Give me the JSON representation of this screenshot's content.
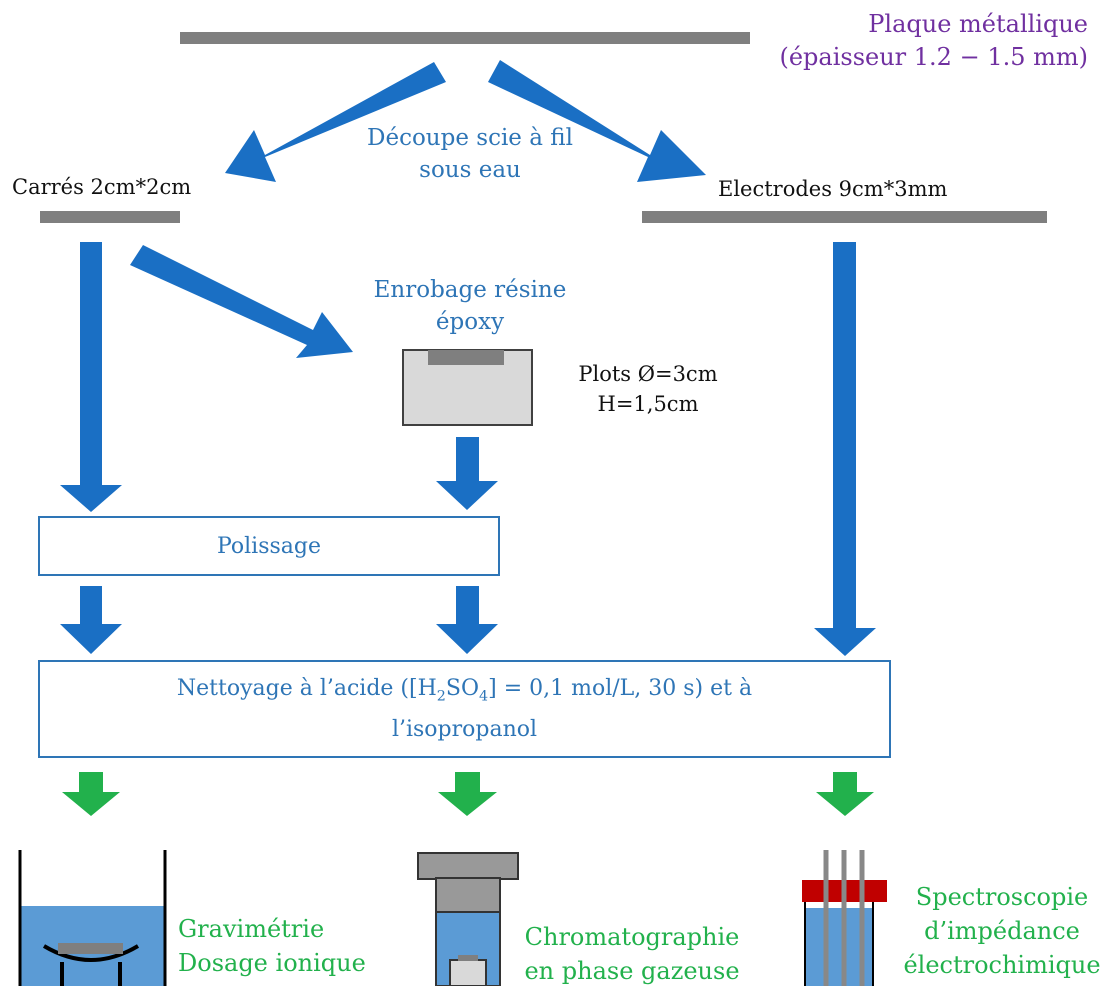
{
  "title": {
    "line1": "Plaque métallique",
    "line2": "(épaisseur 1.2 − 1.5 mm)"
  },
  "cut_step": {
    "line1": "Découpe scie à fil",
    "line2": "sous eau"
  },
  "squares_label": "Carrés 2cm*2cm",
  "electrodes_label": "Electrodes 9cm*3mm",
  "coating_step": {
    "line1": "Enrobage résine",
    "line2": "époxy"
  },
  "plots_label": {
    "line1": "Plots Ø=3cm",
    "line2": "H=1,5cm"
  },
  "polishing_label": "Polissage",
  "cleaning": {
    "line1_pre": "Nettoyage à l’acide ([H",
    "sub1": "2",
    "mid": "SO",
    "sub2": "4",
    "line1_post": "] = 0,1 mol/L, 30 s) et à",
    "line2": "l’isopropanol"
  },
  "results": [
    {
      "line1": "Gravimétrie",
      "line2": "Dosage ionique"
    },
    {
      "line1": "Chromatographie",
      "line2": "en phase gazeuse"
    },
    {
      "line1": "Spectroscopie",
      "line2": "d’impédance",
      "line3": "électrochimique"
    }
  ],
  "colors": {
    "flow_arrow": "#1a6fc4",
    "result_arrow": "#22b14c",
    "plate": "#7f7f7f",
    "step_text": "#2e75b6",
    "title_text": "#7030a0",
    "result_text": "#22b14c",
    "liquid": "#5b9bd5",
    "cap_red": "#c00000"
  }
}
